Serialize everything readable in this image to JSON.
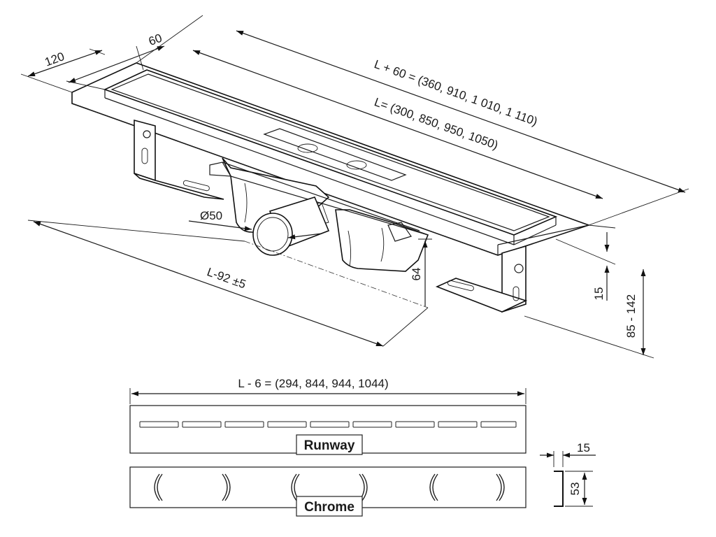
{
  "dimensions": {
    "total_length": "L + 60 = (360, 910, 1 010, 1 110)",
    "length": "L= (300, 850, 950, 1050)",
    "width_outer": "120",
    "width_inner": "60",
    "outlet_diameter": "Ø50",
    "outlet_position": "L-92 ±5",
    "outlet_height": "64",
    "flange_thickness": "15",
    "height_range": "85 - 142",
    "grate_length": "L - 6 = (294, 844, 944, 1044)",
    "grate_thickness": "15",
    "grate_width": "53"
  },
  "grates": {
    "runway_label": "Runway",
    "chrome_label": "Chrome"
  }
}
